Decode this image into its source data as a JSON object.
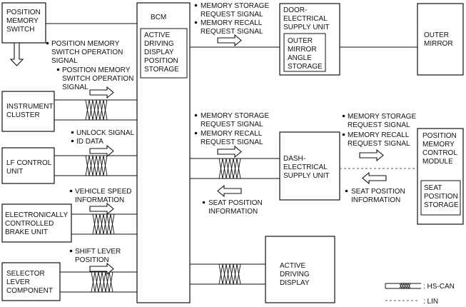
{
  "blocks": {
    "position_memory_switch": [
      "POSITION",
      "MEMORY",
      "SWITCH"
    ],
    "instrument_cluster": [
      "INSTRUMENT",
      "CLUSTER"
    ],
    "lf_control_unit": [
      "LF CONTROL",
      "UNIT"
    ],
    "brake_unit": [
      "ELECTRONICALLY",
      "CONTROLLED",
      "BRAKE UNIT"
    ],
    "selector_lever": [
      "SELECTOR",
      "LEVER",
      "COMPONENT"
    ],
    "bcm": [
      "BCM"
    ],
    "bcm_storage": [
      "ACTIVE",
      "DRIVING",
      "DISPLAY",
      "POSITION",
      "STORAGE"
    ],
    "door_supply": [
      "DOOR-",
      "ELECTRICAL",
      "SUPPLY UNIT"
    ],
    "mirror_storage": [
      "OUTER",
      "MIRROR",
      "ANGLE",
      "STORAGE"
    ],
    "outer_mirror": [
      "OUTER",
      "MIRROR"
    ],
    "dash_supply": [
      "DASH-",
      "ELECTRICAL",
      "SUPPLY UNIT"
    ],
    "pmcm": [
      "POSITION",
      "MEMORY",
      "CONTROL",
      "MODULE"
    ],
    "seat_storage": [
      "SEAT",
      "POSITION",
      "STORAGE"
    ],
    "active_display": [
      "ACTIVE",
      "DRIVING",
      "DISPLAY"
    ]
  },
  "signals": {
    "pms_operation": [
      "POSITION MEMORY",
      "SWITCH OPERATION",
      "SIGNAL"
    ],
    "pms_operation_can": [
      "POSITION MEMORY",
      "SWITCH OPERATION",
      "SIGNAL"
    ],
    "unlock": "UNLOCK SIGNAL",
    "id_data": "ID DATA",
    "vehicle_speed": [
      "VEHICLE SPEED",
      "INFORMATION"
    ],
    "shift_lever": [
      "SHIFT LEVER",
      "POSITION"
    ],
    "door_storage_req": [
      "MEMORY STORAGE",
      "REQUEST SIGNAL"
    ],
    "door_recall_req": [
      "MEMORY RECALL",
      "REQUEST SIGNAL"
    ],
    "dash_storage_req": [
      "MEMORY STORAGE",
      "REQUEST SIGNAL"
    ],
    "dash_recall_req": [
      "MEMORY RECALL",
      "REQUEST SIGNAL"
    ],
    "seat_info_bcm": [
      "SEAT POSITION",
      "INFORMATION"
    ],
    "pm_storage_req": [
      "MEMORY STORAGE",
      "REQUEST SIGNAL"
    ],
    "pm_recall_req": [
      "MEMORY RECALL",
      "REQUEST SIGNAL"
    ],
    "seat_info_pm": [
      "SEAT POSITION",
      "INFORMATION"
    ]
  },
  "legend": {
    "hs_can": ": HS-CAN",
    "lin": ": LIN"
  }
}
